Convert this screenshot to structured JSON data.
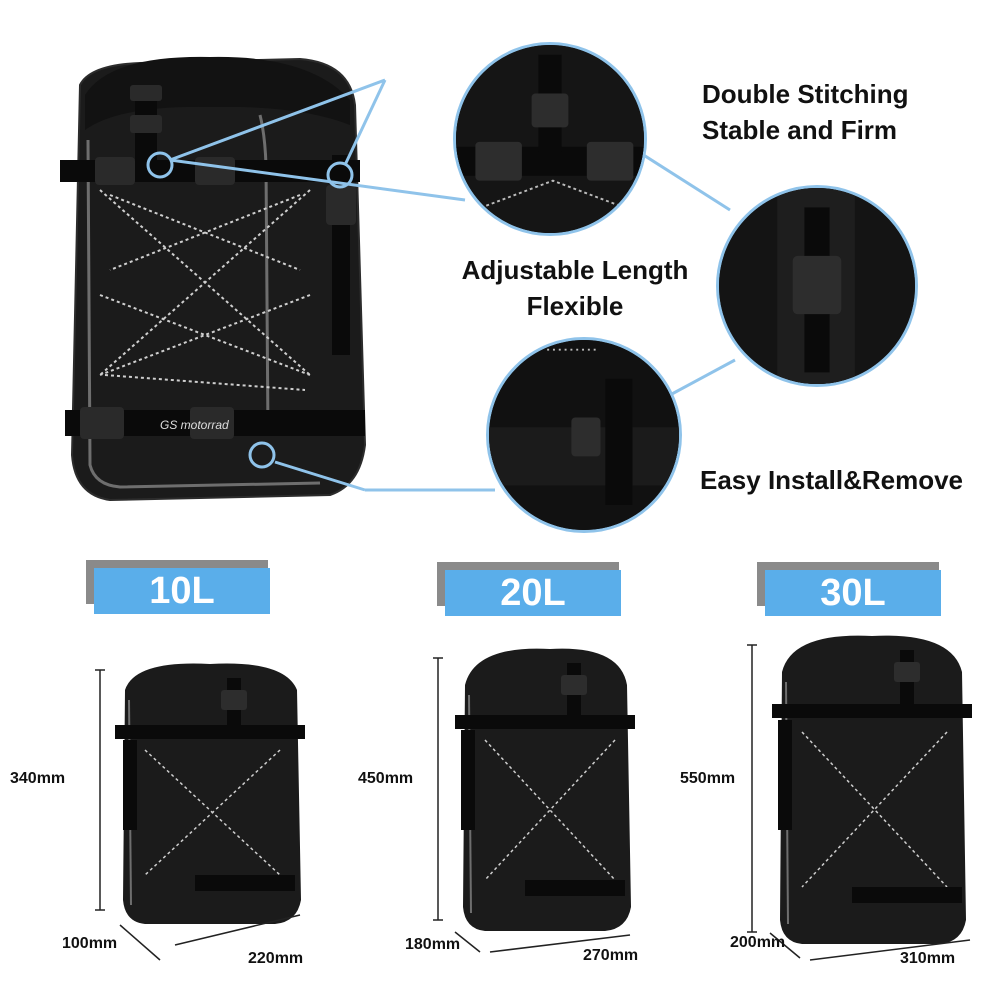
{
  "features": {
    "stitching_line1": "Double Stitching",
    "stitching_line2": "Stable and Firm",
    "adjustable_line1": "Adjustable Length",
    "adjustable_line2": "Flexible",
    "install": "Easy Install&Remove"
  },
  "brand_text": "GS motorrad",
  "sizes": [
    {
      "volume": "10L",
      "height": "340mm",
      "depth": "100mm",
      "width": "220mm"
    },
    {
      "volume": "20L",
      "height": "450mm",
      "depth": "180mm",
      "width": "270mm"
    },
    {
      "volume": "30L",
      "height": "550mm",
      "depth": "200mm",
      "width": "310mm"
    }
  ],
  "colors": {
    "accent": "#5aaeea",
    "callout_line": "#8fc3ea",
    "tab_shadow": "#8a8a8a",
    "bag": "#1a1a1a"
  }
}
